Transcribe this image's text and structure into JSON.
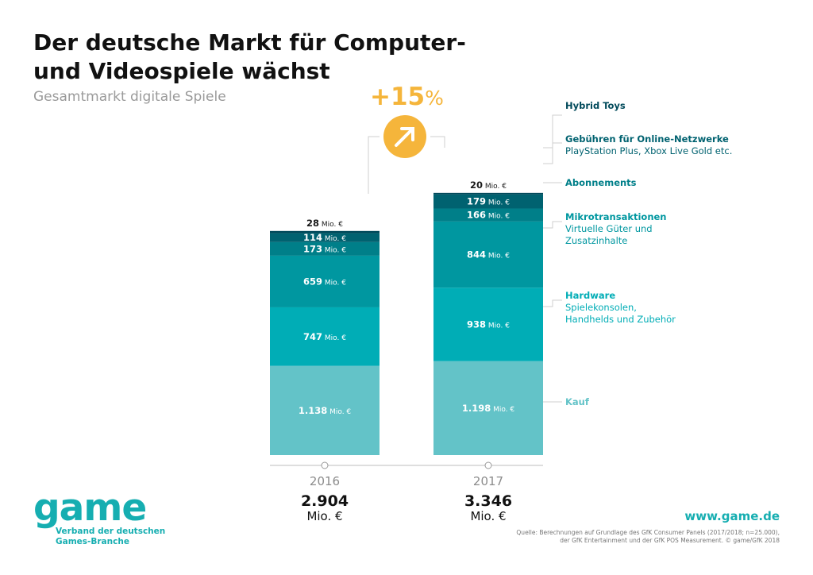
{
  "header": {
    "title": "Der deutsche Markt für Computer- und Videospiele wächst",
    "subtitle": "Gesamtmarkt digitale Spiele"
  },
  "growth": {
    "value": "+15",
    "suffix": "%"
  },
  "chart_data": {
    "type": "bar",
    "stacked": true,
    "categories": [
      "2016",
      "2017"
    ],
    "unit": "Mio. €",
    "series": [
      {
        "name": "Kauf",
        "values": [
          1138,
          1198
        ],
        "labels": [
          "1.138",
          "1.198"
        ],
        "color": "#63c3c8"
      },
      {
        "name": "Hardware",
        "values": [
          747,
          938
        ],
        "labels": [
          "747",
          "938"
        ],
        "color": "#00adb6"
      },
      {
        "name": "Mikrotransaktionen",
        "values": [
          659,
          844
        ],
        "labels": [
          "659",
          "844"
        ],
        "color": "#0097a0"
      },
      {
        "name": "Abonnements",
        "values": [
          173,
          166
        ],
        "labels": [
          "173",
          "166"
        ],
        "color": "#007f89"
      },
      {
        "name": "Gebühren für Online-Netzwerke",
        "values": [
          114,
          179
        ],
        "labels": [
          "114",
          "179"
        ],
        "color": "#006270"
      },
      {
        "name": "Hybrid Toys",
        "values": [
          28,
          20
        ],
        "labels": [
          "28",
          "20"
        ],
        "color": "#00495a"
      }
    ],
    "totals": [
      {
        "year": "2016",
        "total": "2.904",
        "unit": "Mio. €"
      },
      {
        "year": "2017",
        "total": "3.346",
        "unit": "Mio. €"
      }
    ],
    "legend": [
      {
        "title": "Hybrid Toys",
        "desc": [],
        "color": "#00495a"
      },
      {
        "title": "Gebühren für Online-Netzwerke",
        "desc": [
          "PlayStation Plus, Xbox Live Gold etc."
        ],
        "color": "#006270"
      },
      {
        "title": "Abonnements",
        "desc": [],
        "color": "#007f89"
      },
      {
        "title": "Mikrotransaktionen",
        "desc": [
          "Virtuelle Güter und",
          "Zusatzinhalte"
        ],
        "color": "#0097a0"
      },
      {
        "title": "Hardware",
        "desc": [
          "Spielekonsolen,",
          "Handhelds und Zubehör"
        ],
        "color": "#00adb6"
      },
      {
        "title": "Kauf",
        "desc": [],
        "color": "#63c3c8"
      }
    ],
    "legend_placement": "right",
    "grid": false
  },
  "footer": {
    "logo": "game",
    "logo_sub_1": "Verband der deutschen",
    "logo_sub_2": "Games-Branche",
    "url": "www.game.de",
    "source_1": "Quelle: Berechnungen auf Grundlage des GfK Consumer Panels (2017/2018; n=25.000),",
    "source_2": "der GfK Entertainment und der GfK POS Measurement. © game/GfK 2018"
  },
  "colors": {
    "accent": "#f5b53b",
    "brand": "#16aeb1"
  }
}
